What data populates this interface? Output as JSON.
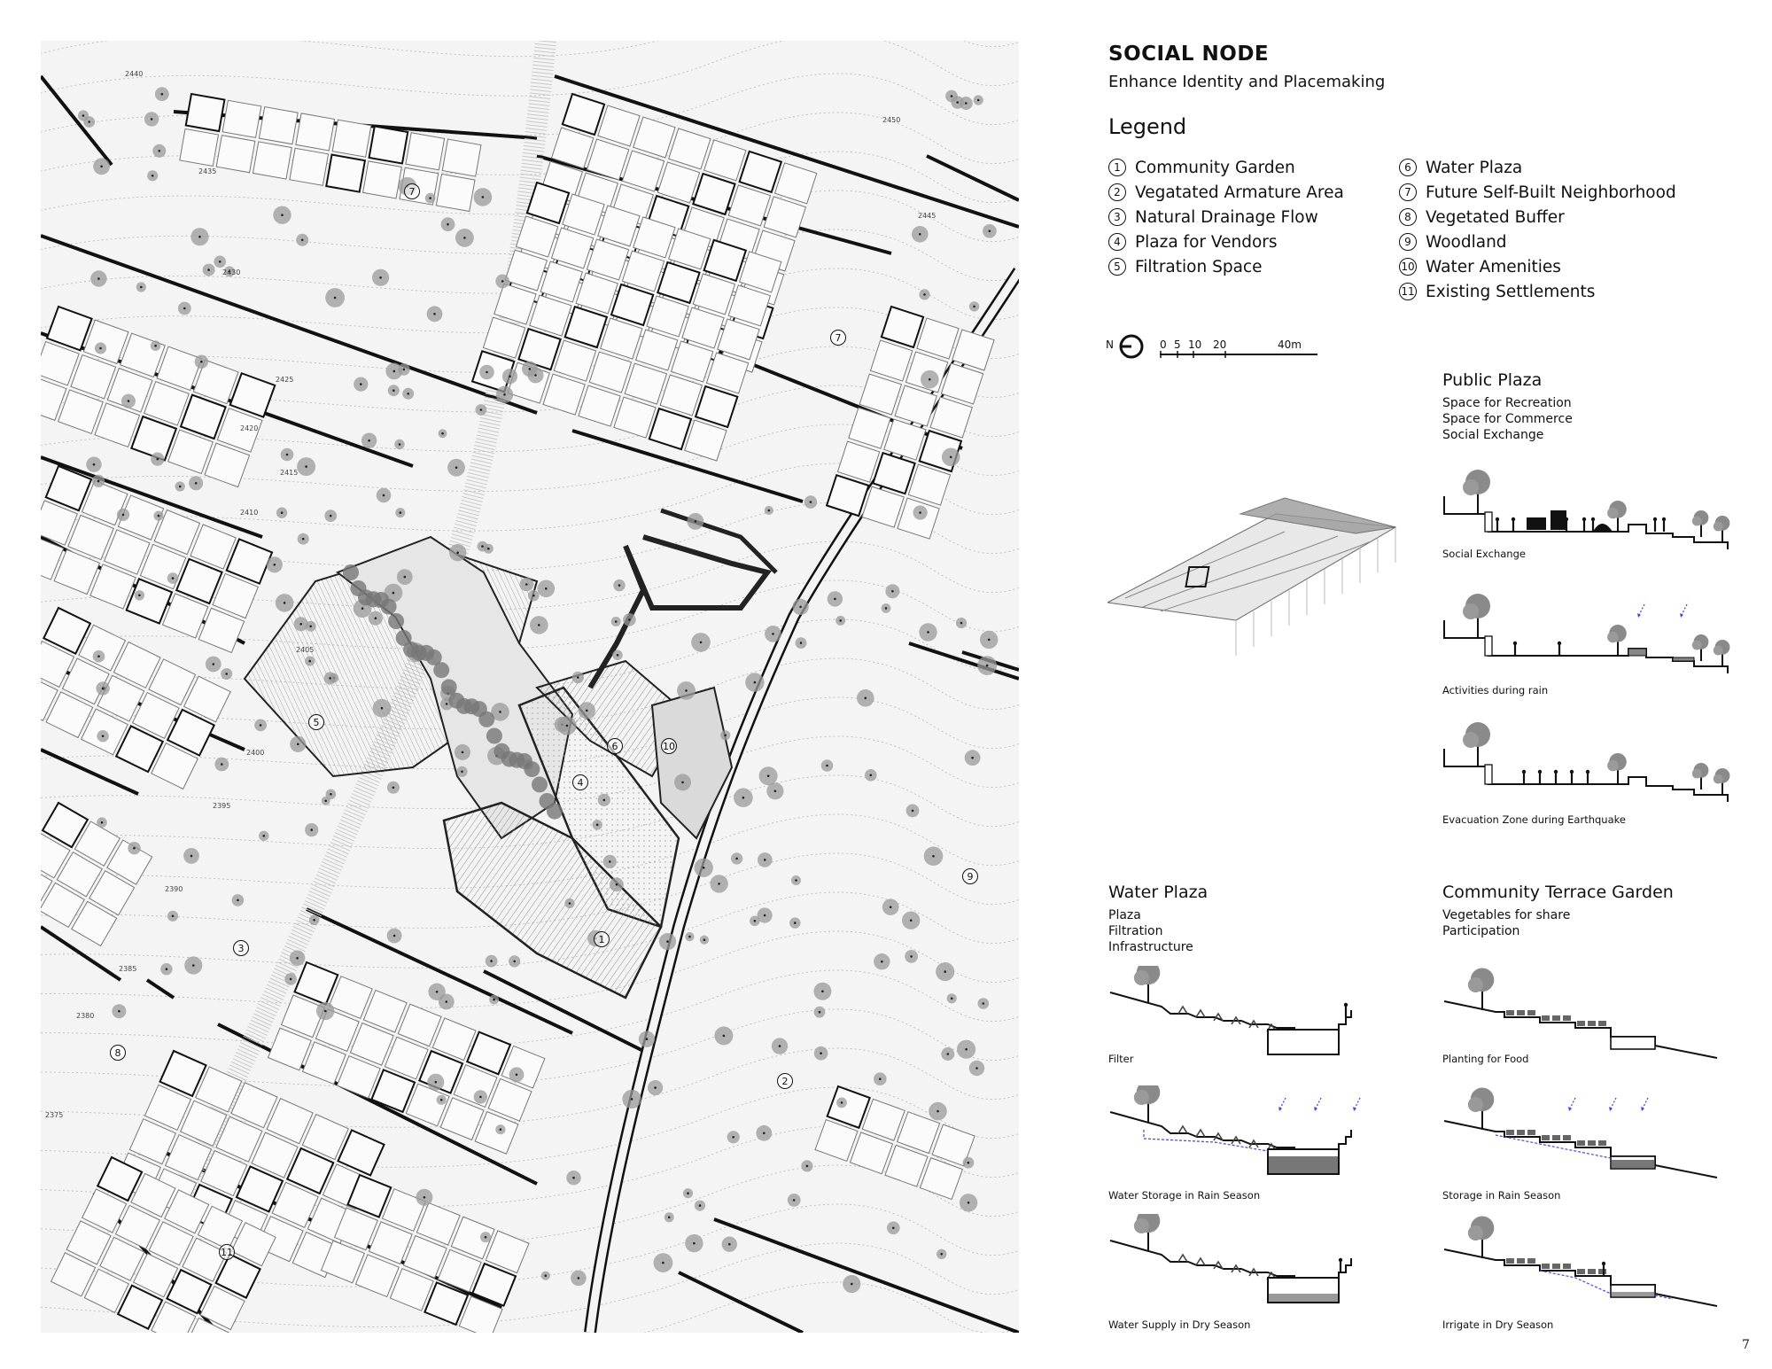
{
  "header": {
    "title": "SOCIAL NODE",
    "subtitle": "Enhance Identity and Placemaking"
  },
  "legend": {
    "title": "Legend",
    "items_left": [
      {
        "num": "1",
        "label": "Community Garden"
      },
      {
        "num": "2",
        "label": "Vegatated Armature Area"
      },
      {
        "num": "3",
        "label": "Natural Drainage Flow"
      },
      {
        "num": "4",
        "label": "Plaza for Vendors"
      },
      {
        "num": "5",
        "label": "Filtration Space"
      }
    ],
    "items_right": [
      {
        "num": "6",
        "label": "Water Plaza"
      },
      {
        "num": "7",
        "label": "Future Self-Built Neighborhood"
      },
      {
        "num": "8",
        "label": "Vegetated Buffer"
      },
      {
        "num": "9",
        "label": "Woodland"
      },
      {
        "num": "10",
        "label": "Water Amenities"
      },
      {
        "num": "11",
        "label": "Existing Settlements"
      }
    ]
  },
  "scale": {
    "north": "N",
    "ticks": [
      "0",
      "5",
      "10",
      "20",
      "40m"
    ]
  },
  "public_plaza": {
    "heading": "Public Plaza",
    "lines": [
      "Space for Recreation",
      "Space for Commerce",
      "Social Exchange"
    ],
    "captions": [
      "Social Exchange",
      "Activities during rain",
      "Evacuation Zone during Earthquake"
    ]
  },
  "water_plaza": {
    "heading": "Water Plaza",
    "lines": [
      "Plaza",
      "Filtration",
      "Infrastructure"
    ],
    "captions": [
      "Filter",
      "Water Storage in Rain Season",
      "Water Supply in Dry Season"
    ]
  },
  "terrace_garden": {
    "heading": "Community Terrace Garden",
    "lines": [
      "Vegetables for share",
      "Participation"
    ],
    "captions": [
      "Planting for Food",
      "Storage in Rain Season",
      "Irrigate in Dry Season"
    ]
  },
  "plan_labels": {
    "numbers": [
      "1",
      "2",
      "3",
      "4",
      "5",
      "6",
      "7",
      "7",
      "8",
      "9",
      "10",
      "11"
    ],
    "contours": [
      "2435",
      "2430",
      "2425",
      "2420",
      "2415",
      "2410",
      "2405",
      "2400",
      "2395",
      "2390",
      "2385",
      "2380",
      "2375",
      "2440",
      "2445",
      "2450"
    ]
  },
  "page_number": "7",
  "colors": {
    "ink": "#111111",
    "plan_bg": "#f4f4f4",
    "tree": "#9a9a9a",
    "rain": "#4a4ad0"
  }
}
